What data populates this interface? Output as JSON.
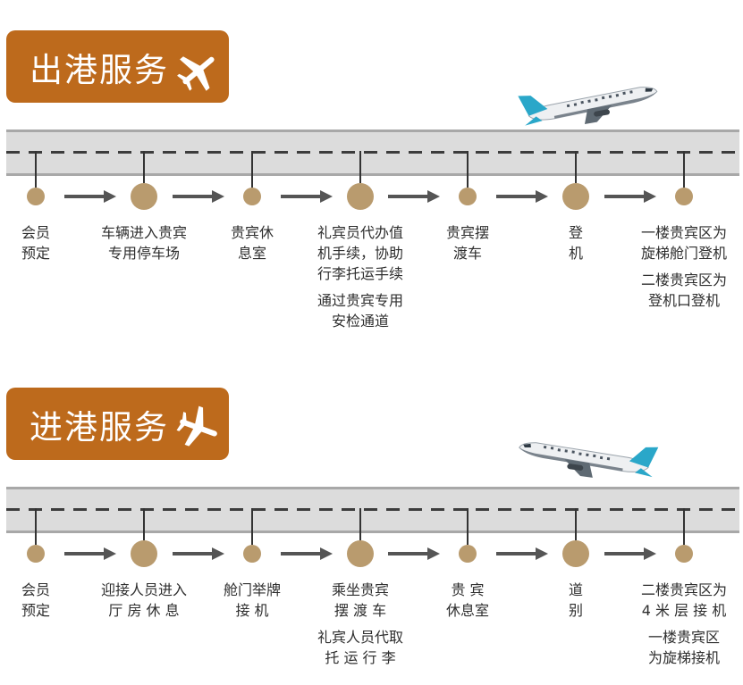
{
  "departure": {
    "title": "出港服务",
    "steps": [
      {
        "lines": [
          "会员",
          "预定"
        ]
      },
      {
        "lines": [
          "车辆进入贵宾",
          "专用停车场"
        ]
      },
      {
        "lines": [
          "贵宾休",
          "息室"
        ]
      },
      {
        "lines": [
          "礼宾员代办值",
          "机手续，协助",
          "行李托运手续"
        ],
        "extra": [
          "通过贵宾专用",
          "安检通道"
        ]
      },
      {
        "lines": [
          "贵宾摆",
          "渡车"
        ]
      },
      {
        "lines": [
          "登",
          "机"
        ]
      },
      {
        "lines": [
          "一楼贵宾区为",
          "旋梯舱门登机"
        ],
        "extra": [
          "二楼贵宾区为",
          "登机口登机"
        ]
      }
    ]
  },
  "arrival": {
    "title": "进港服务",
    "steps": [
      {
        "lines": [
          "会员",
          "预定"
        ]
      },
      {
        "lines": [
          "迎接人员进入",
          "厅 房 休 息"
        ]
      },
      {
        "lines": [
          "舱门举牌",
          "接      机"
        ]
      },
      {
        "lines": [
          "乘坐贵宾",
          "摆 渡 车"
        ],
        "extra": [
          "礼宾人员代取",
          "托 运 行 李"
        ]
      },
      {
        "lines": [
          "贵    宾",
          "休息室"
        ]
      },
      {
        "lines": [
          "道",
          "别"
        ]
      },
      {
        "lines": [
          "二楼贵宾区为",
          "4 米 层 接 机"
        ],
        "extra": [
          "一楼贵宾区",
          "为旋梯接机"
        ]
      }
    ]
  },
  "colors": {
    "accent": "#bd6a1c",
    "dot": "#b99b6e",
    "road": "#dcdcdc"
  },
  "icons": [
    "airplane-icon",
    "arrow-right-icon"
  ]
}
